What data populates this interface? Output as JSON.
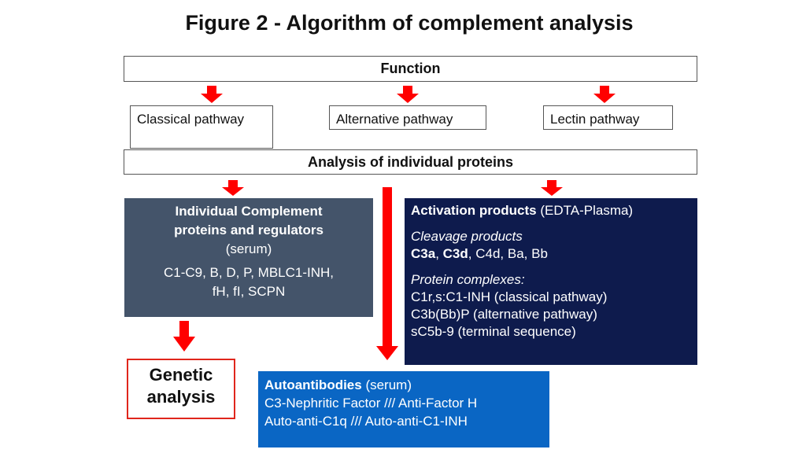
{
  "title": "Figure 2 - Algorithm of complement analysis",
  "function_label": "Function",
  "pathways": [
    "Classical pathway",
    "Alternative pathway",
    "Lectin pathway"
  ],
  "analysis_label": "Analysis of individual proteins",
  "individual": {
    "heading_line1": "Individual Complement",
    "heading_line2": "proteins and  regulators",
    "source": "(serum)",
    "list_line1": "C1-C9, B, D, P, MBLC1-INH,",
    "list_line2": "fH, fI, SCPN"
  },
  "activation": {
    "heading": "Activation products",
    "heading_suffix": " (EDTA-Plasma)",
    "cleavage_heading": "Cleavage products",
    "cleavage_items": {
      "c3a": "C3a",
      "sep1": ", ",
      "c3d": "C3d",
      "sep2": ", ",
      "c4d": "C4d",
      "sep3": ", ",
      "ba": "Ba",
      "sep4": ", ",
      "bb": "Bb"
    },
    "complex_heading": "Protein complexes:",
    "complexes": [
      "C1r,s:C1-INH (classical pathway)",
      "C3b(Bb)P (alternative pathway)",
      "sC5b-9 (terminal sequence)"
    ]
  },
  "genetic": {
    "line1": "Genetic",
    "line2": "analysis"
  },
  "autoantibodies": {
    "heading": "Autoantibodies",
    "heading_suffix": " (serum)",
    "line1": "C3-Nephritic Factor  ///  Anti-Factor H",
    "line2": "Auto-anti-C1q /// Auto-anti-C1-INH"
  },
  "colors": {
    "arrow": "#ff0000",
    "grey_box": "#44546a",
    "navy_box": "#0e1b4d",
    "blue_box": "#0a66c4",
    "genetic_border": "#e0261c"
  }
}
